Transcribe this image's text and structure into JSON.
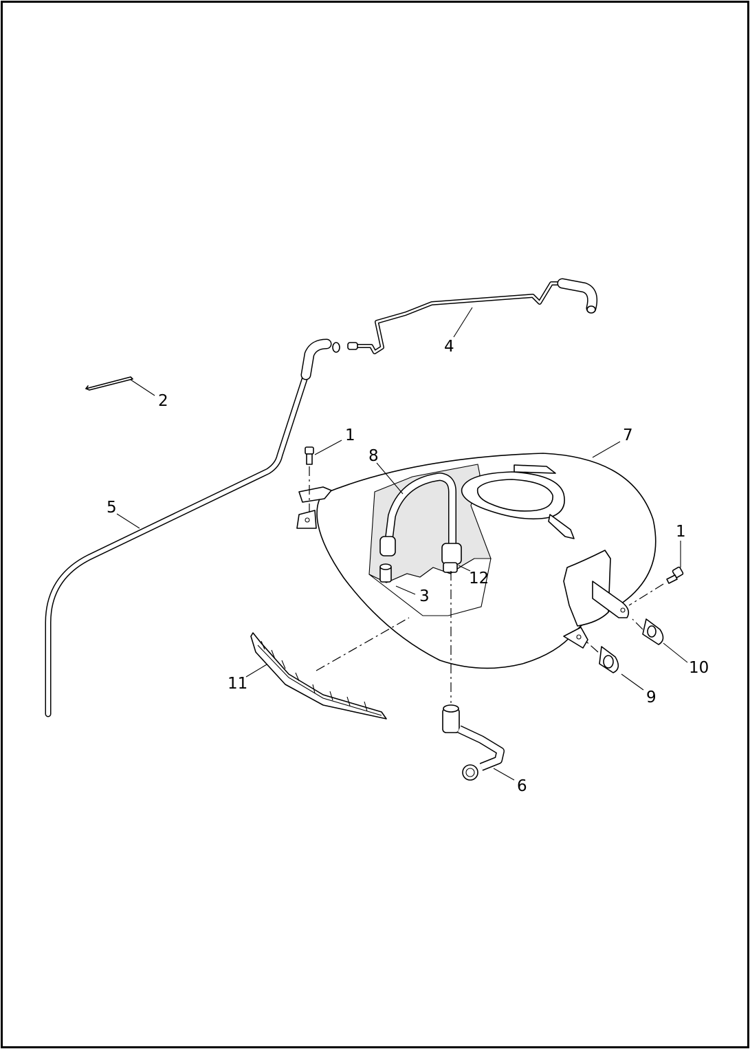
{
  "diagram": {
    "callouts": [
      {
        "id": "c1a",
        "label": "1"
      },
      {
        "id": "c1b",
        "label": "1"
      },
      {
        "id": "c2",
        "label": "2"
      },
      {
        "id": "c3",
        "label": "3"
      },
      {
        "id": "c4",
        "label": "4"
      },
      {
        "id": "c5",
        "label": "5"
      },
      {
        "id": "c6",
        "label": "6"
      },
      {
        "id": "c7",
        "label": "7"
      },
      {
        "id": "c8",
        "label": "8"
      },
      {
        "id": "c9",
        "label": "9"
      },
      {
        "id": "c10",
        "label": "10"
      },
      {
        "id": "c11",
        "label": "11"
      },
      {
        "id": "c12",
        "label": "12"
      }
    ]
  }
}
